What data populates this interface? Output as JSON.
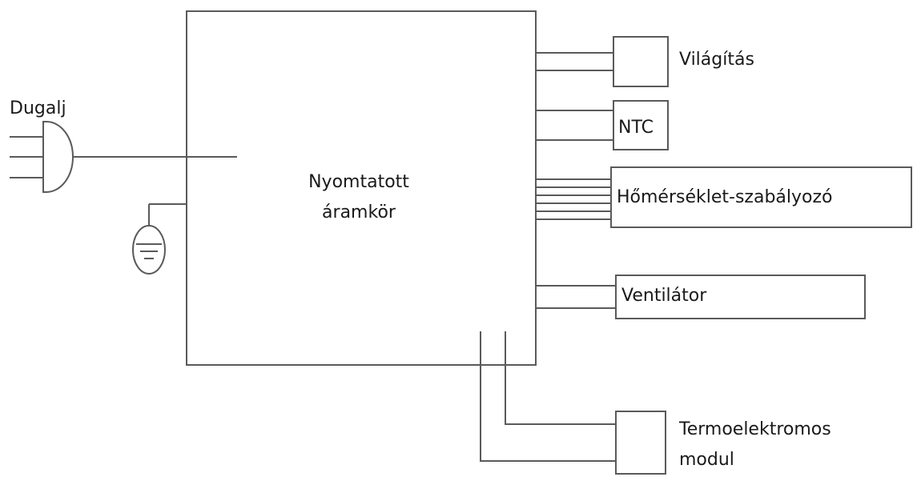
{
  "labels": {
    "plug": "Dugalj",
    "pcb_line1": "Nyomtatott",
    "pcb_line2": "áramkör",
    "lighting": "Világítás",
    "ntc": "NTC",
    "thermostat": "Hőmérséklet-szabályozó",
    "fan": "Ventilátor",
    "peltier_line1": "Termoelektromos",
    "peltier_line2": "modul"
  },
  "colors": {
    "line": "#5a5a5a",
    "text": "#1a1a1a",
    "background": "#ffffff"
  },
  "icons": {
    "plug": "plug-icon",
    "ground": "ground-icon"
  }
}
